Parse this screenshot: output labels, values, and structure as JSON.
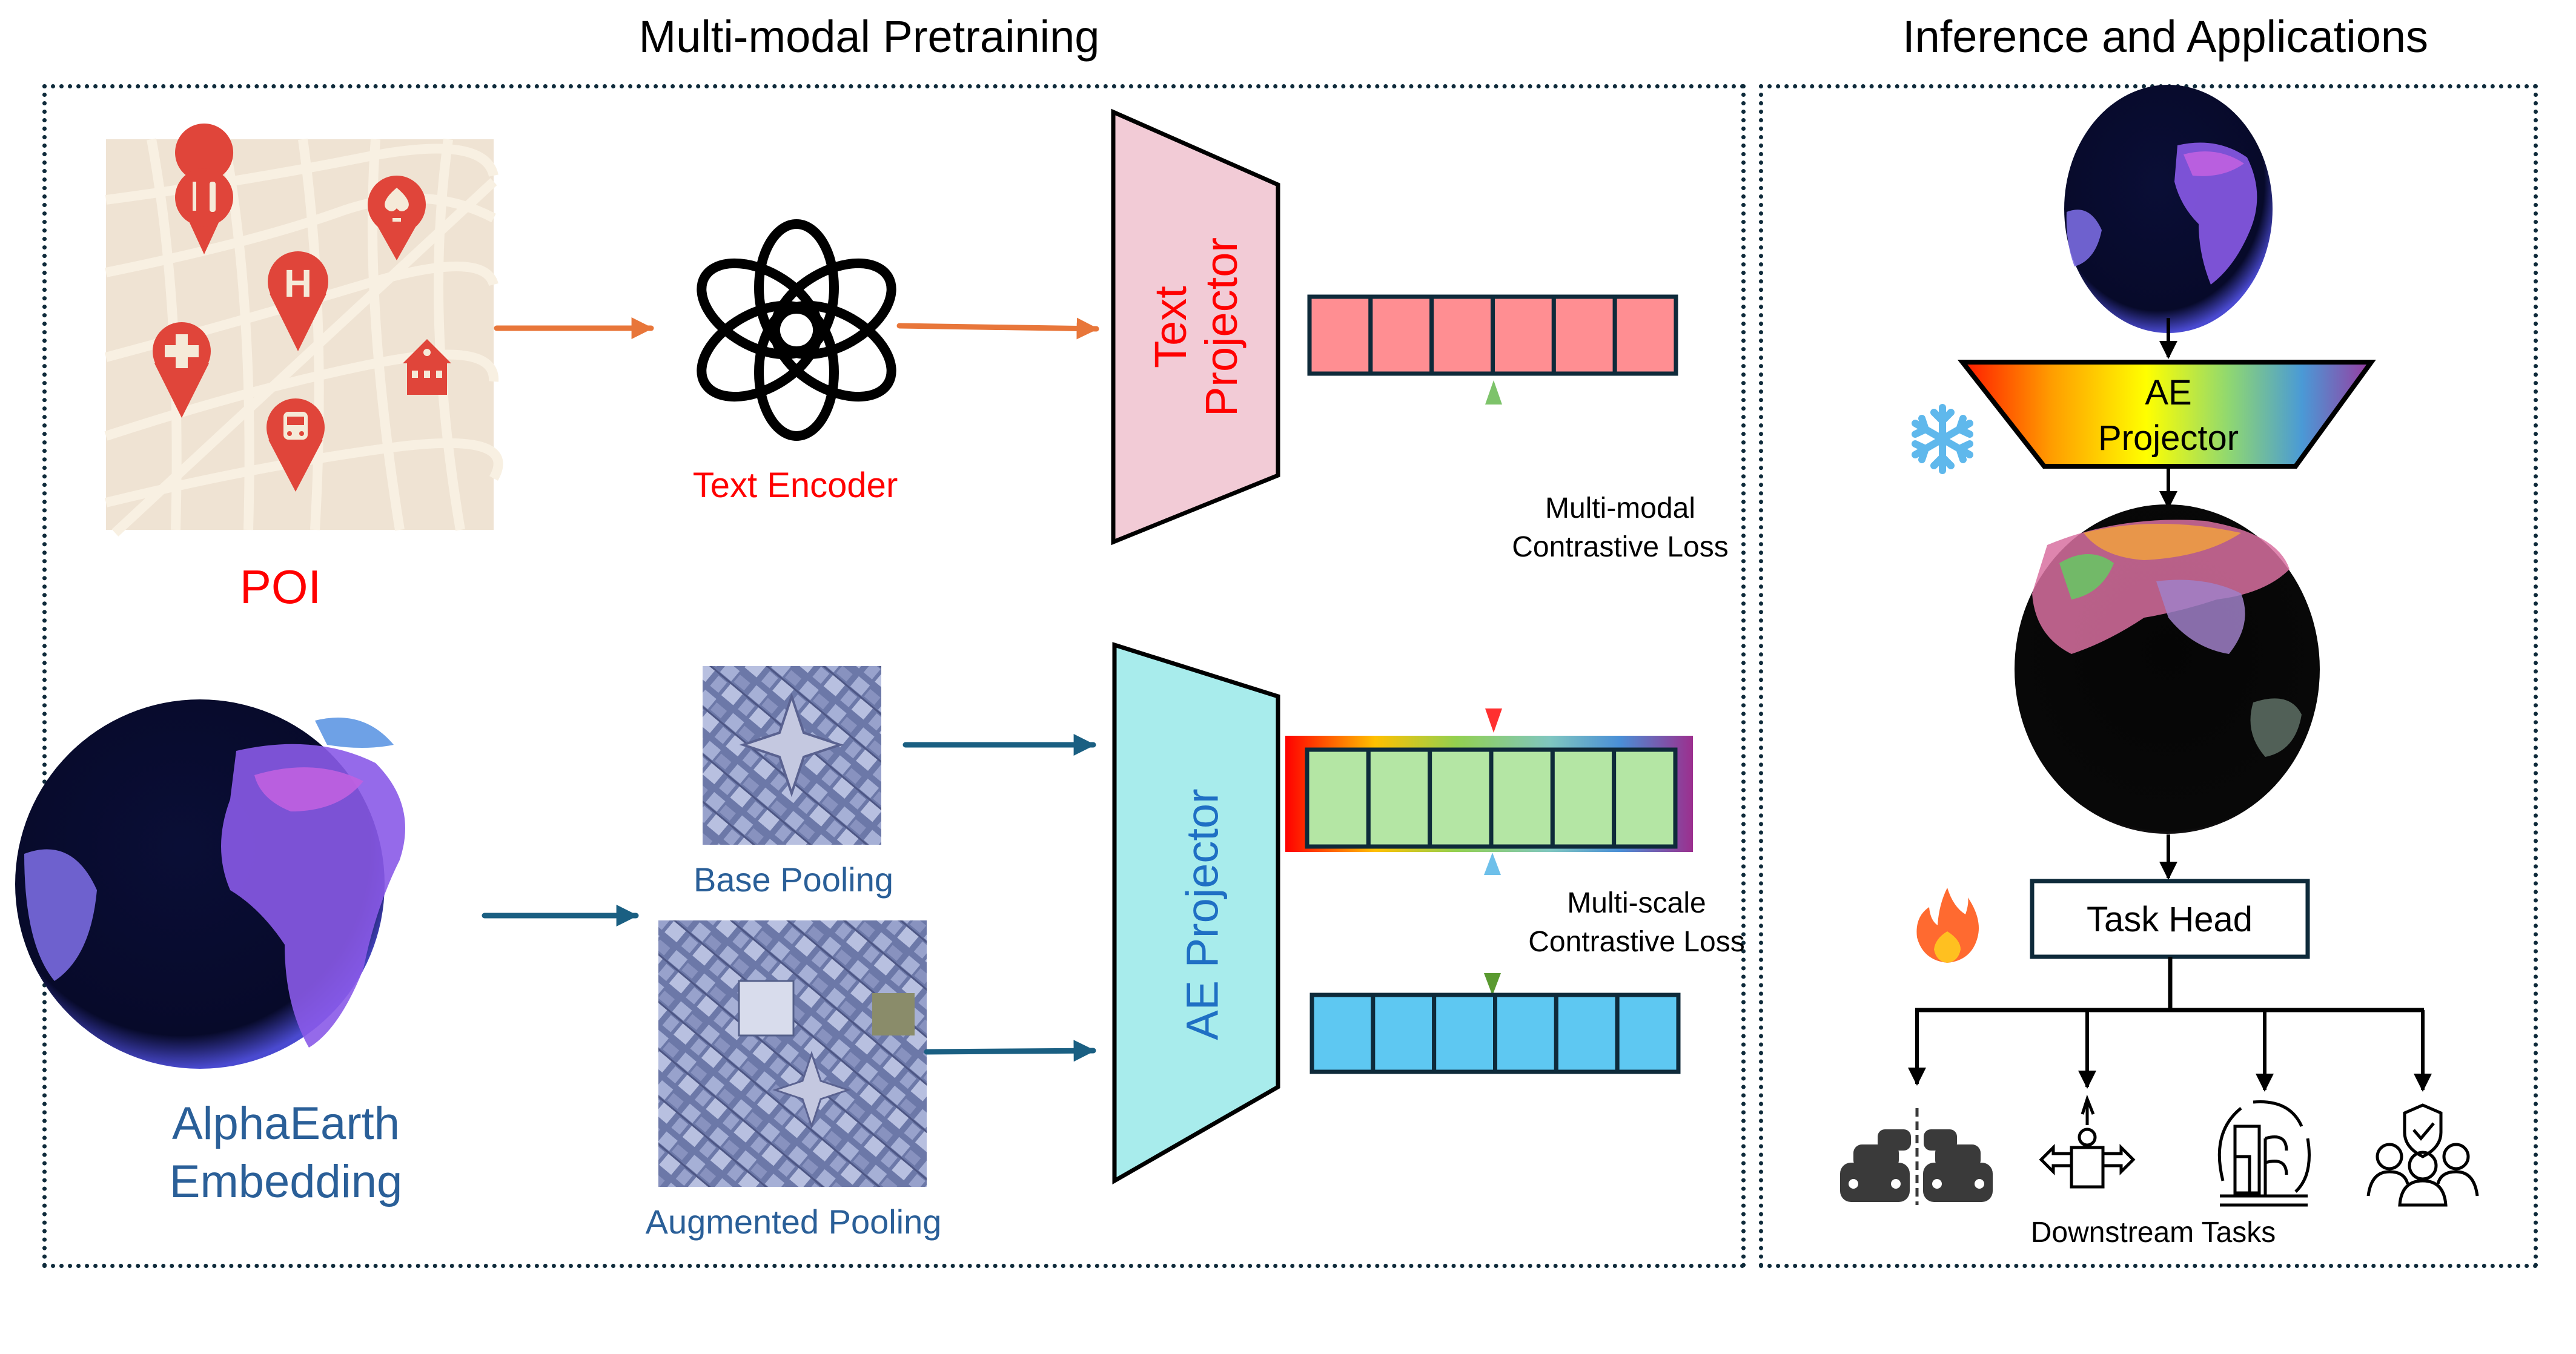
{
  "titles": {
    "pretraining": "Multi-modal Pretraining",
    "inference": "Inference and Applications"
  },
  "pretraining": {
    "poi_label": "POI",
    "poi_icons": [
      "restaurant-icon",
      "spade-icon",
      "hotel-icon",
      "hospital-icon",
      "school-icon",
      "train-icon"
    ],
    "text_encoder_label": "Text Encoder",
    "text_projector_label_line1": "Text",
    "text_projector_label_line2": "Projector",
    "ae_projector_label": "AE Projector",
    "alphaearth_label_line1": "AlphaEarth",
    "alphaearth_label_line2": "Embedding",
    "base_pooling_label": "Base Pooling",
    "augmented_pooling_label": "Augmented Pooling",
    "multimodal_loss_line1": "Multi-modal",
    "multimodal_loss_line2": "Contrastive Loss",
    "multiscale_loss_line1": "Multi-scale",
    "multiscale_loss_line2": "Contrastive Loss",
    "vector_cells": 6
  },
  "inference": {
    "ae_projector_line1": "AE",
    "ae_projector_line2": "Projector",
    "frozen_icon": "snowflake-icon",
    "trainable_icon": "fire-icon",
    "task_head_label": "Task Head",
    "downstream_label": "Downstream Tasks",
    "downstream_icons": [
      "traffic-icon",
      "decision-icon",
      "urban-sustainability-icon",
      "public-safety-icon"
    ]
  },
  "colors": {
    "poi_red": "#e0453a",
    "map_bg": "#efe3d3",
    "text_red": "#ff0000",
    "navy_arrow": "#1a5f82",
    "orange_arrow": "#e8763a",
    "text_projector_fill": "#f2cbd6",
    "ae_projector_fill": "#a8ecec",
    "ae_label_blue": "#1f6fc4",
    "label_blue": "#2a5f98",
    "red_vector": "#ff8e92",
    "green_vector": "#b4e6a4",
    "blue_vector": "#5ec8f2",
    "border_dark": "#0e2a3a"
  }
}
